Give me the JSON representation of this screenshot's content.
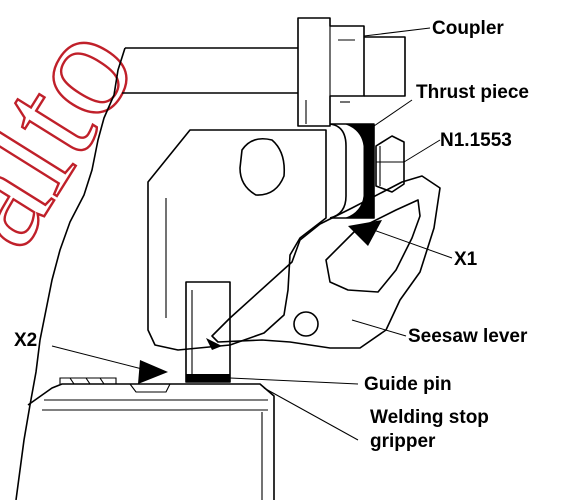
{
  "figure": {
    "labels": {
      "coupler": "Coupler",
      "thrust_piece": "Thrust piece",
      "n_code": "N1.1553",
      "x1": "X1",
      "x2": "X2",
      "seesaw_lever": "Seesaw lever",
      "guide_pin": "Guide pin",
      "welding_stop_line1": "Welding stop",
      "welding_stop_line2": "gripper"
    },
    "watermark": {
      "text": "alto",
      "color": "#c0202a"
    }
  }
}
